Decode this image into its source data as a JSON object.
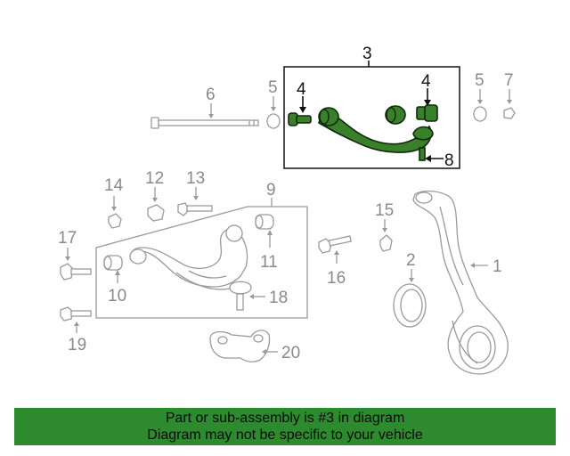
{
  "callouts": {
    "c1": "1",
    "c2": "2",
    "c3": "3",
    "c4a": "4",
    "c4b": "4",
    "c5a": "5",
    "c5b": "5",
    "c6": "6",
    "c7": "7",
    "c8": "8",
    "c9": "9",
    "c10": "10",
    "c11": "11",
    "c12": "12",
    "c13": "13",
    "c14": "14",
    "c15": "15",
    "c16": "16",
    "c17": "17",
    "c18": "18",
    "c19": "19",
    "c20": "20"
  },
  "highlight": {
    "part_number": "3",
    "color": "#3a7f2a"
  },
  "footer": {
    "line1": "Part or sub-assembly is #3 in diagram",
    "line2": "Diagram may not be specific to your vehicle",
    "background": "#2e8a2e"
  }
}
